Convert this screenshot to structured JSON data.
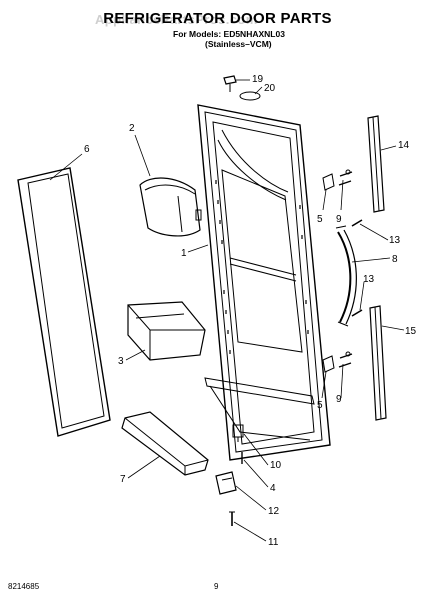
{
  "watermark": "AppliancePartsPros.com",
  "title": "REFRIGERATOR DOOR PARTS",
  "models_line": "For Models: ED5NHAXNL03",
  "variant_line": "(Stainless–VCM)",
  "footer_left": "8214685",
  "footer_center": "9",
  "callouts": {
    "c1": "1",
    "c2": "2",
    "c3": "3",
    "c4": "4",
    "c5a": "5",
    "c5b": "5",
    "c6": "6",
    "c7": "7",
    "c8": "8",
    "c9a": "9",
    "c9b": "9",
    "c10": "10",
    "c11": "11",
    "c12": "12",
    "c13a": "13",
    "c13b": "13",
    "c14": "14",
    "c15": "15",
    "c19": "19",
    "c20": "20"
  }
}
